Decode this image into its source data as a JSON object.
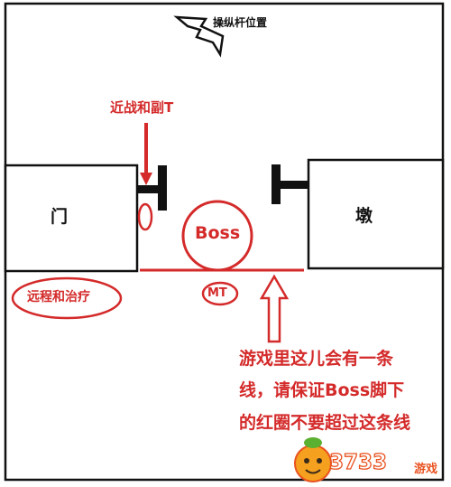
{
  "labels": {
    "lever_position": "操纵杆位置",
    "melee_offtank": "近战和副T",
    "door": "门",
    "pier": "墩",
    "boss": "Boss",
    "mt": "MT",
    "ranged_healer": "远程和治疗"
  },
  "note": {
    "lines": [
      "游戏里这儿会有一条",
      "线，请保证Boss脚下",
      "的红圈不要超过这条线"
    ]
  },
  "watermark": {
    "brand_number": "3733",
    "brand_suffix": "游戏"
  },
  "colors": {
    "annotation": "#d42a2a",
    "outline": "#111111",
    "logo_orange": "#e9521f",
    "logo_green": "#5ab031"
  }
}
